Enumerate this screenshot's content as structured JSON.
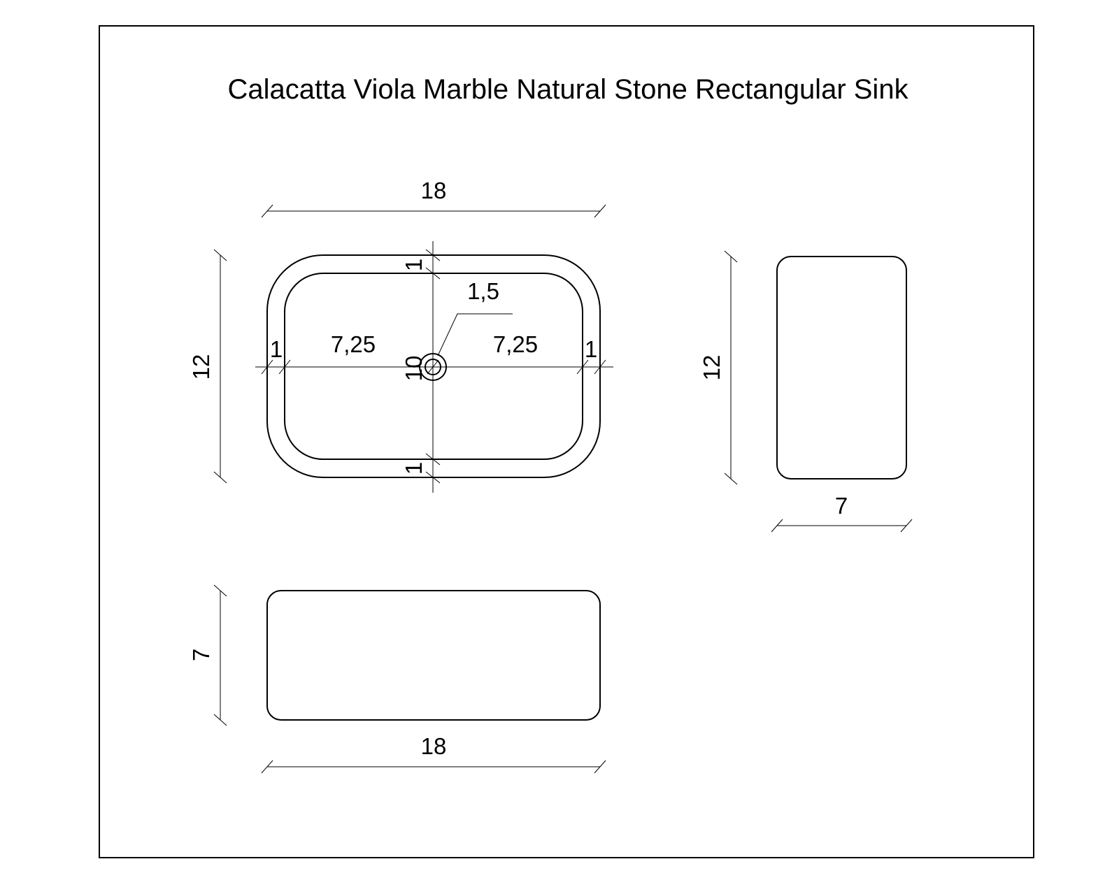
{
  "title": "Calacatta Viola Marble Natural Stone Rectangular Sink",
  "top_view": {
    "width": "18",
    "height": "12",
    "rim_top": "1",
    "rim_bottom": "1",
    "rim_left": "1",
    "rim_right": "1",
    "inner_left": "7,25",
    "inner_right": "7,25",
    "inner_height": "10",
    "drain_diameter": "1,5"
  },
  "side_view": {
    "height": "12",
    "depth": "7"
  },
  "front_view": {
    "height": "7",
    "width": "18"
  }
}
